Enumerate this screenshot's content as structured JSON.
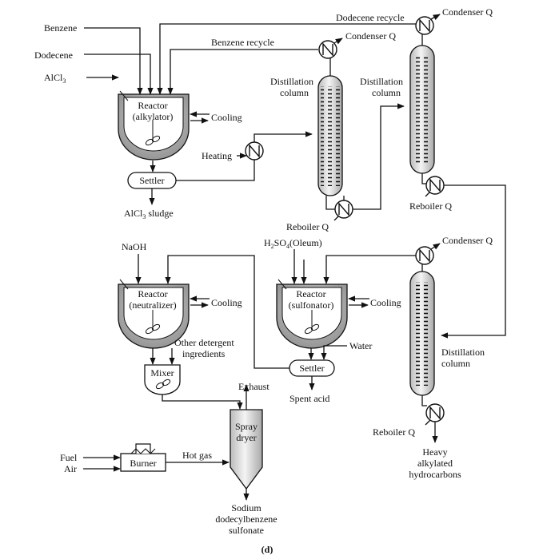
{
  "labels": {
    "benzene": "Benzene",
    "dodecene": "Dodecene",
    "alcl3": "AlCl",
    "alcl3_sub": "3",
    "dodecene_recycle": "Dodecene recycle",
    "benzene_recycle": "Benzene recycle",
    "condenser_q": "Condenser Q",
    "reactor": "Reactor",
    "alkylator": "(alkylator)",
    "cooling": "Cooling",
    "heating": "Heating",
    "settler": "Settler",
    "sludge": "AlCl",
    "sludge_sub": "3",
    "sludge_rest": " sludge",
    "distillation": "Distillation",
    "column": "column",
    "reboiler_q": "Reboiler Q",
    "naoh": "NaOH",
    "h2so4_a": "H",
    "h2so4_2": "2",
    "h2so4_b": "SO",
    "h2so4_4": "4",
    "h2so4_c": "(Oleum)",
    "neutralizer": "(neutralizer)",
    "sulfonator": "(sulfonator)",
    "other_det_1": "Other detergent",
    "other_det_2": "ingredients",
    "water": "Water",
    "mixer": "Mixer",
    "exhaust": "Exhaust",
    "spent_acid": "Spent acid",
    "spray": "Spray",
    "dryer": "dryer",
    "fuel": "Fuel",
    "air": "Air",
    "burner": "Burner",
    "hot_gas": "Hot gas",
    "heavy": "Heavy",
    "alkylated": "alkylated",
    "hydrocarbons": "hydrocarbons",
    "sodium": "Sodium",
    "dodecylbenzene": "dodecylbenzene",
    "sulfonate": "sulfonate",
    "figure_label": "(d)"
  }
}
